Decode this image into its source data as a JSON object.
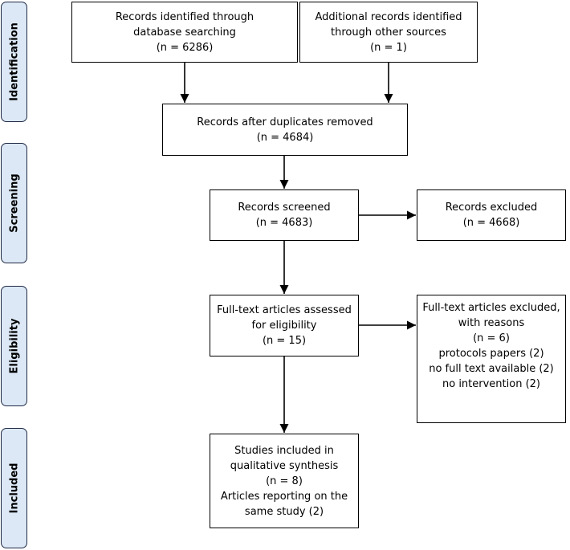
{
  "phases": {
    "identification": "Identification",
    "screening": "Screening",
    "eligibility": "Eligibility",
    "included": "Included"
  },
  "boxes": {
    "database_records": [
      "Records identified through",
      "database searching",
      "(n = 6286)"
    ],
    "other_records": [
      "Additional records identified",
      "through other sources",
      "(n = 1)"
    ],
    "after_duplicates": [
      "Records after duplicates removed",
      "(n = 4684)"
    ],
    "screened": [
      "Records screened",
      "(n = 4683)"
    ],
    "excluded": [
      "Records excluded",
      "(n = 4668)"
    ],
    "fulltext_assessed": [
      "Full-text articles assessed",
      "for eligibility",
      "(n = 15)"
    ],
    "fulltext_excluded": [
      "Full-text articles excluded,",
      "with reasons",
      "(n = 6)",
      "protocols papers (2)",
      "no full text available (2)",
      "no intervention (2)"
    ],
    "included": [
      "Studies included in",
      "qualitative synthesis",
      "(n = 8)",
      "Articles reporting on the",
      "same study (2)"
    ]
  }
}
